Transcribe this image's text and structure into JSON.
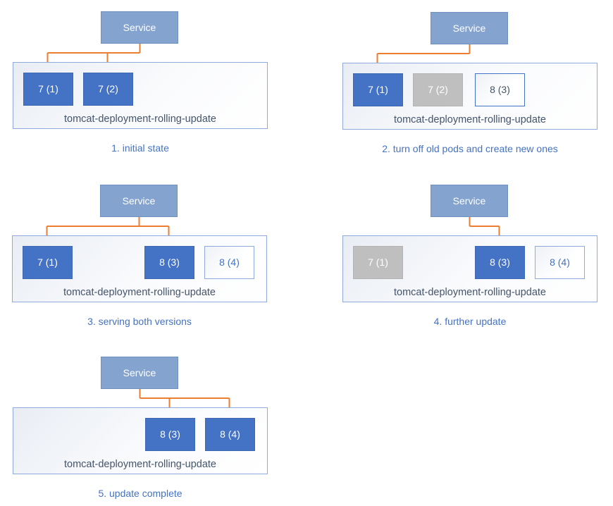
{
  "colors": {
    "service_fill": "#84A3CE",
    "service_border": "#6E91C0",
    "pod_active": "#4472C4",
    "pod_inactive": "#BFBFBF",
    "pod_new_border": "#8FAADC",
    "pod_new_border_strong": "#4472C4",
    "pod_new_text": "#4472C4",
    "pod_new_text_strong": "#44546A",
    "container_border": "#8FAADC",
    "deployment_text": "#44546A",
    "caption_text": "#4472C4",
    "arrow": "#ED7D31"
  },
  "panels": [
    {
      "service_label": "Service",
      "deployment_label": "tomcat-deployment-rolling-update",
      "caption": "1. initial state",
      "pods": [
        {
          "label": "7 (1)",
          "state": "active",
          "slot": 0,
          "arrow": true
        },
        {
          "label": "7 (2)",
          "state": "active",
          "slot": 1,
          "arrow": true
        }
      ]
    },
    {
      "service_label": "Service",
      "deployment_label": "tomcat-deployment-rolling-update",
      "caption": "2. turn off old pods and create new ones",
      "pods": [
        {
          "label": "7 (1)",
          "state": "active",
          "slot": 0,
          "arrow": true
        },
        {
          "label": "7 (2)",
          "state": "inactive",
          "slot": 1,
          "arrow": false
        },
        {
          "label": "8 (3)",
          "state": "new",
          "slot": 2,
          "arrow": false,
          "strong": true
        }
      ]
    },
    {
      "service_label": "Service",
      "deployment_label": "tomcat-deployment-rolling-update",
      "caption": "3. serving both versions",
      "pods": [
        {
          "label": "7 (1)",
          "state": "active",
          "slot": 0,
          "arrow": true
        },
        {
          "label": "8 (3)",
          "state": "active",
          "slot": 2,
          "arrow": true
        },
        {
          "label": "8 (4)",
          "state": "new",
          "slot": 3,
          "arrow": false
        }
      ]
    },
    {
      "service_label": "Service",
      "deployment_label": "tomcat-deployment-rolling-update",
      "caption": "4. further update",
      "pods": [
        {
          "label": "7 (1)",
          "state": "inactive",
          "slot": 0,
          "arrow": false
        },
        {
          "label": "8 (3)",
          "state": "active",
          "slot": 2,
          "arrow": true
        },
        {
          "label": "8 (4)",
          "state": "new",
          "slot": 3,
          "arrow": false
        }
      ]
    },
    {
      "service_label": "Service",
      "deployment_label": "tomcat-deployment-rolling-update",
      "caption": "5. update complete",
      "pods": [
        {
          "label": "8 (3)",
          "state": "active",
          "slot": 2,
          "arrow": true
        },
        {
          "label": "8 (4)",
          "state": "active",
          "slot": 3,
          "arrow": true
        }
      ]
    }
  ]
}
